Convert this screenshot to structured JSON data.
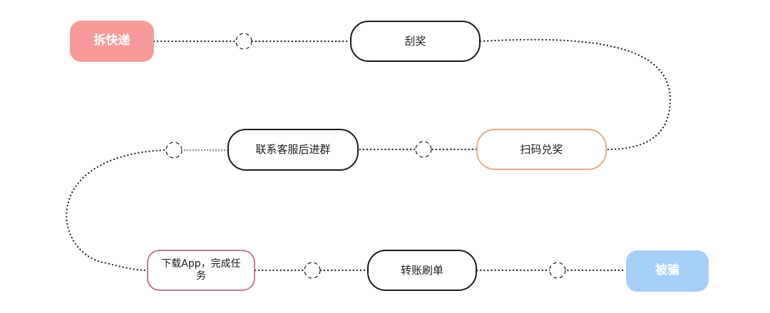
{
  "nodes": {
    "start": "拆快递",
    "scratch": "刮奖",
    "scan": "扫码兑奖",
    "contact": "联系客服后进群",
    "download": "下载App，完成任务",
    "transfer": "转账刷单",
    "end": "被骗"
  },
  "colors": {
    "start_fill": "#f99b9b",
    "end_fill": "#a6cff8",
    "scan_border": "#e9ab84",
    "download_border": "#c77a8c",
    "line": "#1a1a1a"
  }
}
